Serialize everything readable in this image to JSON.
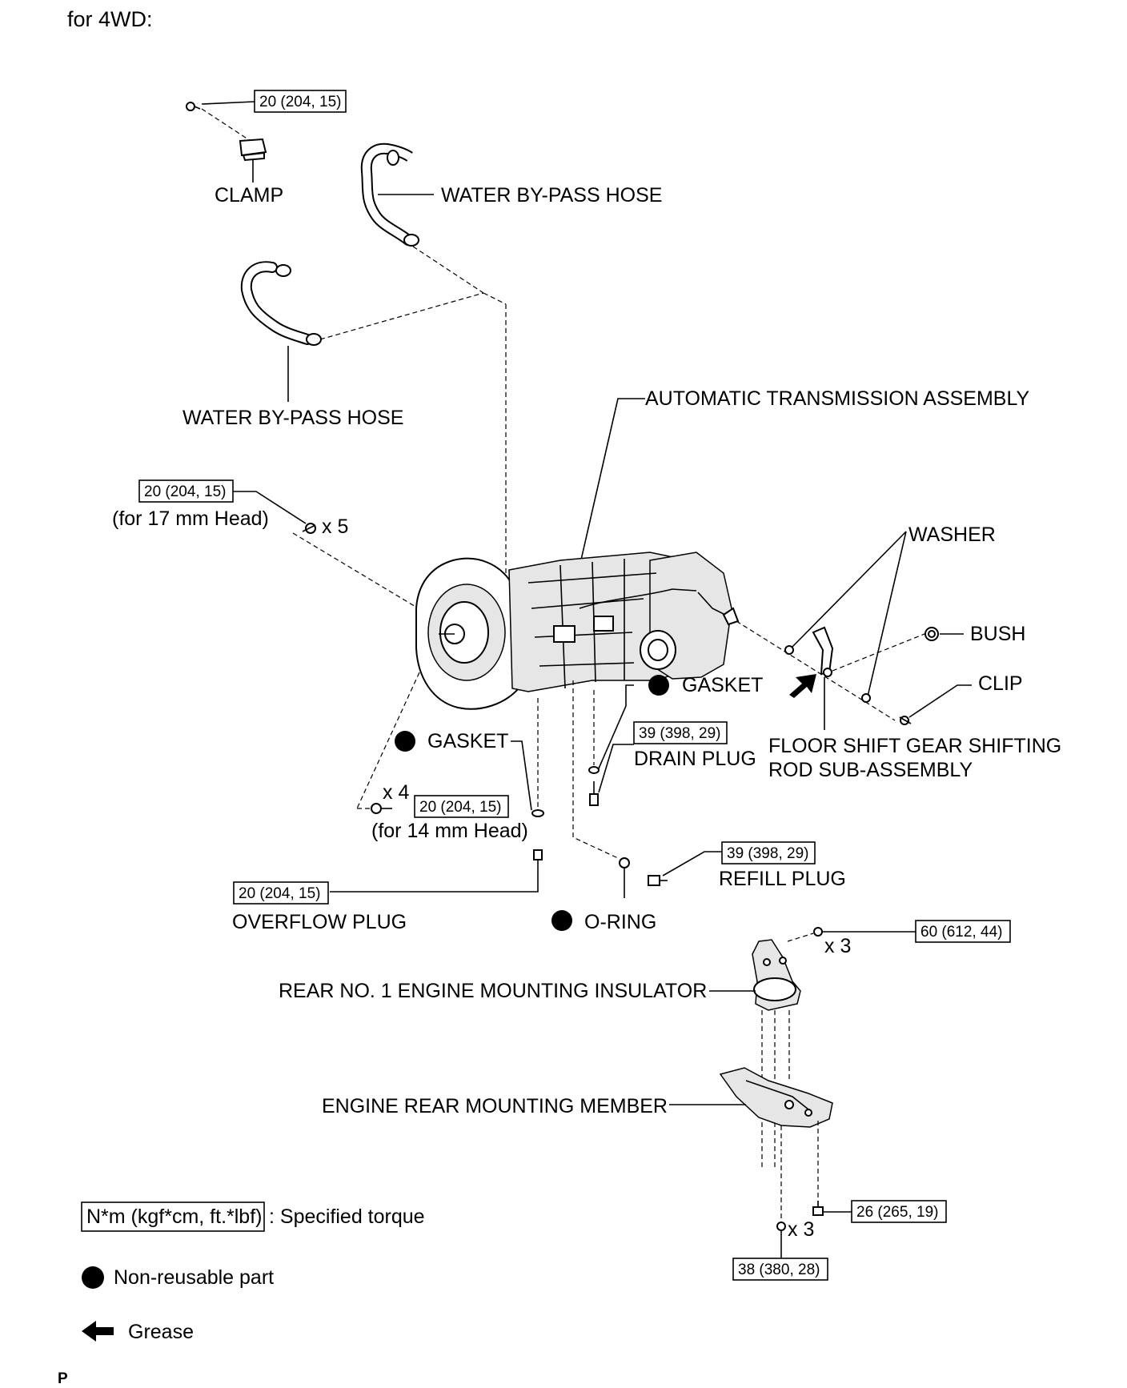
{
  "header": "for 4WD:",
  "torques": {
    "clamp_bolt": "20 (204, 15)",
    "bolt_17mm": "20 (204, 15)",
    "bolt_17mm_note": "(for 17 mm Head)",
    "bolt_17mm_qty": "x 5",
    "bolt_14mm": "20 (204, 15)",
    "bolt_14mm_note": "(for 14 mm Head)",
    "bolt_14mm_qty": "x 4",
    "drain_plug": "39 (398, 29)",
    "refill_plug": "39 (398, 29)",
    "overflow_plug": "20 (204, 15)",
    "insulator_bolts": "60 (612, 44)",
    "insulator_qty": "x 3",
    "member_bolt": "26 (265, 19)",
    "member_nut": "38 (380, 28)",
    "member_qty": "x 3"
  },
  "labels": {
    "clamp": "CLAMP",
    "water_hose_upper": "WATER BY-PASS HOSE",
    "water_hose_lower": "WATER BY-PASS HOSE",
    "at_assembly": "AUTOMATIC TRANSMISSION ASSEMBLY",
    "washer": "WASHER",
    "bush": "BUSH",
    "clip": "CLIP",
    "gasket_drain": "GASKET",
    "gasket_overflow": "GASKET",
    "drain_plug": "DRAIN PLUG",
    "floor_shift_1": "FLOOR SHIFT GEAR SHIFTING",
    "floor_shift_2": "ROD SUB-ASSEMBLY",
    "refill_plug": "REFILL PLUG",
    "overflow_plug": "OVERFLOW PLUG",
    "o_ring": "O-RING",
    "rear_insulator": "REAR NO. 1 ENGINE MOUNTING INSULATOR",
    "rear_member": "ENGINE REAR MOUNTING MEMBER"
  },
  "legend": {
    "torque_box": "N*m (kgf*cm, ft.*lbf)",
    "torque_text": ": Specified torque",
    "non_reusable": "Non-reusable part",
    "grease": "Grease"
  },
  "footer_code": "P"
}
